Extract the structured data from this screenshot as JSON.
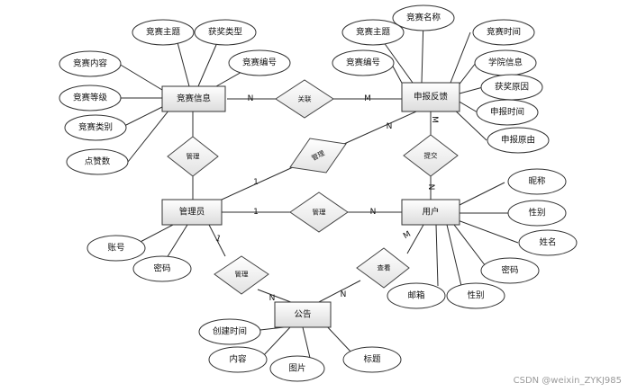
{
  "entities": [
    {
      "id": "competition_info",
      "label": "竞赛信息"
    },
    {
      "id": "report_feedback",
      "label": "申报反馈"
    },
    {
      "id": "admin",
      "label": "管理员"
    },
    {
      "id": "user",
      "label": "用户"
    },
    {
      "id": "notice",
      "label": "公告"
    }
  ],
  "relationships": [
    {
      "id": "rel_guanlian",
      "label": "关联"
    },
    {
      "id": "rel_admin_info",
      "label": "管理"
    },
    {
      "id": "rel_admin_feedback",
      "label": "管理"
    },
    {
      "id": "rel_tijiao",
      "label": "提交"
    },
    {
      "id": "rel_admin_user",
      "label": "管理"
    },
    {
      "id": "rel_admin_notice",
      "label": "管理"
    },
    {
      "id": "rel_chakan",
      "label": "查看"
    }
  ],
  "attributes": [
    {
      "id": "ci_topic",
      "label": "竞赛主题",
      "entity": "competition_info"
    },
    {
      "id": "ci_award_type",
      "label": "获奖类型",
      "entity": "competition_info"
    },
    {
      "id": "ci_code",
      "label": "竞赛编号",
      "entity": "competition_info"
    },
    {
      "id": "ci_content",
      "label": "竞赛内容",
      "entity": "competition_info"
    },
    {
      "id": "ci_level",
      "label": "竞赛等级",
      "entity": "competition_info"
    },
    {
      "id": "ci_category",
      "label": "竞赛类别",
      "entity": "competition_info"
    },
    {
      "id": "ci_clicks",
      "label": "点赞数",
      "entity": "competition_info"
    },
    {
      "id": "rf_name",
      "label": "竞赛名称",
      "entity": "report_feedback"
    },
    {
      "id": "rf_topic",
      "label": "竞赛主题",
      "entity": "report_feedback"
    },
    {
      "id": "rf_time",
      "label": "竞赛时间",
      "entity": "report_feedback"
    },
    {
      "id": "rf_code",
      "label": "竞赛编号",
      "entity": "report_feedback"
    },
    {
      "id": "rf_student",
      "label": "学院信息",
      "entity": "report_feedback"
    },
    {
      "id": "rf_reason",
      "label": "获奖原因",
      "entity": "report_feedback"
    },
    {
      "id": "rf_apply_time",
      "label": "申报时间",
      "entity": "report_feedback"
    },
    {
      "id": "rf_apply_reason",
      "label": "申报原由",
      "entity": "report_feedback"
    },
    {
      "id": "u_nick",
      "label": "昵称",
      "entity": "user"
    },
    {
      "id": "u_gender",
      "label": "性别",
      "entity": "user"
    },
    {
      "id": "u_name",
      "label": "姓名",
      "entity": "user"
    },
    {
      "id": "u_pwd",
      "label": "密码",
      "entity": "user"
    },
    {
      "id": "u_gender2",
      "label": "性别",
      "entity": "user"
    },
    {
      "id": "u_email",
      "label": "邮箱",
      "entity": "user"
    },
    {
      "id": "a_account",
      "label": "账号",
      "entity": "admin"
    },
    {
      "id": "a_pwd",
      "label": "密码",
      "entity": "admin"
    },
    {
      "id": "n_ctime",
      "label": "创建时间",
      "entity": "notice"
    },
    {
      "id": "n_content",
      "label": "内容",
      "entity": "notice"
    },
    {
      "id": "n_image",
      "label": "图片",
      "entity": "notice"
    },
    {
      "id": "n_title",
      "label": "标题",
      "entity": "notice"
    }
  ],
  "cardinalities": [
    {
      "id": "c_ci_gl",
      "label": "N"
    },
    {
      "id": "c_gl_rf",
      "label": "M"
    },
    {
      "id": "c_rf_admin",
      "label": "N"
    },
    {
      "id": "c_admin_rf",
      "label": "1"
    },
    {
      "id": "c_rf_tj",
      "label": "M"
    },
    {
      "id": "c_user_tj",
      "label": "N"
    },
    {
      "id": "c_admin_user",
      "label": "1"
    },
    {
      "id": "c_user_admin",
      "label": "N"
    },
    {
      "id": "c_admin_notice",
      "label": "1"
    },
    {
      "id": "c_notice_admin",
      "label": "N"
    },
    {
      "id": "c_notice_user",
      "label": "N"
    },
    {
      "id": "c_user_notice",
      "label": "M"
    }
  ],
  "watermark": "CSDN @weixin_ZYKJ985"
}
